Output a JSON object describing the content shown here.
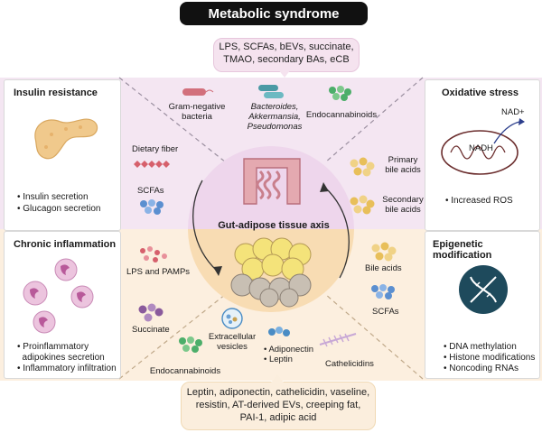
{
  "title": "Metabolic syndrome",
  "top_bubble": {
    "line1": "LPS, SCFAs, bEVs, succinate,",
    "line2": "TMAO, secondary BAs, eCB"
  },
  "bottom_bubble": {
    "line1": "Leptin, adiponectin, cathelicidin, vaseline,",
    "line2": "resistin, AT-derived EVs, creeping fat,",
    "line3": "PAI-1, adipic acid"
  },
  "center_label": "Gut-adipose tissue axis",
  "panels": {
    "insulin": {
      "title": "Insulin resistance",
      "bullets": [
        "• Insulin secretion",
        "• Glucagon secretion"
      ]
    },
    "inflammation": {
      "title": "Chronic inflammation",
      "bullets": [
        "• Proinflammatory",
        "  adipokines secretion",
        "• Inflammatory infiltration"
      ]
    },
    "oxidative": {
      "title": "Oxidative stress",
      "nad": "NAD+",
      "nadh": "NADH",
      "bullets": [
        "• Increased ROS"
      ]
    },
    "epigenetic": {
      "title": "Epigenetic modification",
      "bullets": [
        "• DNA methylation",
        "• Histone modifications",
        "• Noncoding RNAs"
      ]
    }
  },
  "gut_labels": {
    "gram_neg": [
      "Gram-negative",
      "bacteria"
    ],
    "bacteroides": [
      "Bacteroides,",
      "Akkermansia,",
      "Pseudomonas"
    ],
    "endocannabinoids_top": "Endocannabinoids",
    "dietary_fiber": "Dietary fiber",
    "scfas_top": "SCFAs",
    "primary_ba": [
      "Primary",
      "bile acids"
    ],
    "secondary_ba": [
      "Secondary",
      "bile acids"
    ]
  },
  "adipose_labels": {
    "lps": "LPS and PAMPs",
    "succinate": "Succinate",
    "ev": [
      "Extracellular",
      "vesicles"
    ],
    "endocannabinoids_bottom": "Endocannabinoids",
    "adipo": [
      "• Adiponectin",
      "• Leptin"
    ],
    "cathelicidins": "Cathelicidins",
    "bile_acids": "Bile acids",
    "scfas_bottom": "SCFAs"
  },
  "colors": {
    "gut_bg": "#f4e6f2",
    "adipose_bg": "#fcefdf",
    "circle_top": "#f0dcee",
    "circle_bottom": "#f9dfb8",
    "gut": "#e0a6ad",
    "accent_teal": "#1e4a5c"
  }
}
